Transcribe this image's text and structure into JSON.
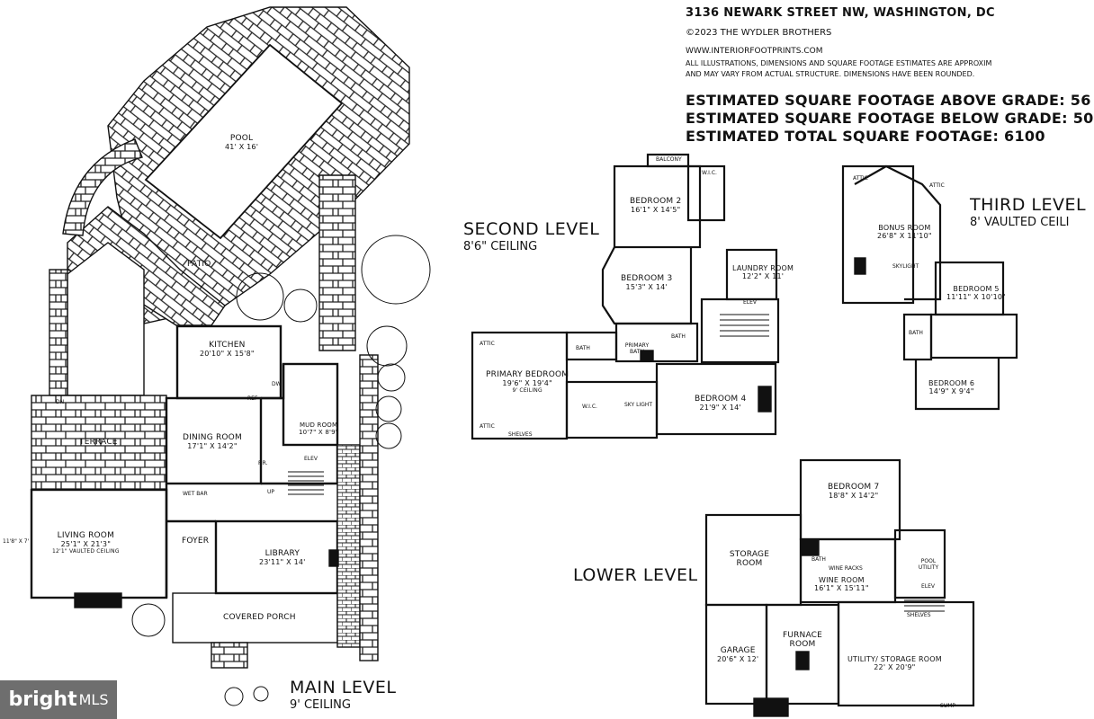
{
  "header": {
    "address": "3136 NEWARK STREET NW, WASHINGTON, DC",
    "copyright": "©2023 THE WYDLER BROTHERS",
    "website": "WWW.INTERIORFOOTPRINTS.COM",
    "disclaimer_line1": "ALL ILLUSTRATIONS, DIMENSIONS AND SQUARE FOOTAGE ESTIMATES ARE APPROXIM",
    "disclaimer_line2": "AND MAY VARY FROM ACTUAL STRUCTURE. DIMENSIONS HAVE BEEN ROUNDED.",
    "sqft_above": "ESTIMATED SQUARE FOOTAGE ABOVE GRADE: 56",
    "sqft_below": "ESTIMATED SQUARE FOOTAGE BELOW GRADE: 50",
    "sqft_total": "ESTIMATED TOTAL SQUARE FOOTAGE: 6100"
  },
  "levels": {
    "main": {
      "title": "MAIN LEVEL",
      "ceiling": "9' CEILING"
    },
    "second": {
      "title": "SECOND LEVEL",
      "ceiling": "8'6\" CEILING"
    },
    "third": {
      "title": "THIRD LEVEL",
      "ceiling": "8' VAULTED CEILI"
    },
    "lower": {
      "title": "LOWER LEVEL"
    }
  },
  "main_rooms": {
    "pool": {
      "name": "POOL",
      "dim": "41' X 16'"
    },
    "patio": {
      "name": "PATIO"
    },
    "kitchen": {
      "name": "KITCHEN",
      "dim": "20'10\" X 15'8\""
    },
    "terrace": {
      "name": "TERRACE"
    },
    "dining": {
      "name": "DINING ROOM",
      "dim": "17'1\" X 14'2\""
    },
    "mud": {
      "name": "MUD ROOM",
      "dim": "10'7\" X 8'9\""
    },
    "living": {
      "name": "LIVING ROOM",
      "dim": "25'1\" X 21'3\"",
      "note": "12'1\" VAULTED CEILING"
    },
    "side": {
      "dim": "11'8\" X 7'"
    },
    "foyer": {
      "name": "FOYER"
    },
    "library": {
      "name": "LIBRARY",
      "dim": "23'11\" X 14'"
    },
    "porch": {
      "name": "COVERED PORCH"
    },
    "wet_bar": "WET BAR",
    "pr": "P.R.",
    "elev": "ELEV",
    "dn": "DN",
    "up": "UP",
    "ref": "REF",
    "dw": "DW"
  },
  "second_rooms": {
    "balcony": "BALCONY",
    "bedroom2": {
      "name": "BEDROOM 2",
      "dim": "16'1\" X 14'5\""
    },
    "bedroom3": {
      "name": "BEDROOM 3",
      "dim": "15'3\" X 14'"
    },
    "laundry": {
      "name": "LAUNDRY ROOM",
      "dim": "12'2\" X 11'"
    },
    "primary": {
      "name": "PRIMARY BEDROOM",
      "dim": "19'6\" X 19'4\"",
      "note": "9' CEILING"
    },
    "bedroom4": {
      "name": "BEDROOM 4",
      "dim": "21'9\" X 14'"
    },
    "attic": "ATTIC",
    "bath": "BATH",
    "wic": "W.I.C.",
    "primary_bath": "PRIMARY BATH",
    "shelves": "SHELVES",
    "elev": "ELEV",
    "sky_light": "SKY LIGHT"
  },
  "third_rooms": {
    "attic": "ATTIC",
    "bonus": {
      "name": "BONUS ROOM",
      "dim": "26'8\" X 11'10\""
    },
    "skylight": "SKYLIGHT",
    "bedroom5": {
      "name": "BEDROOM 5",
      "dim": "11'11\" X 10'10\""
    },
    "bedroom6": {
      "name": "BEDROOM 6",
      "dim": "14'9\" X 9'4\""
    },
    "bath": "BATH"
  },
  "lower_rooms": {
    "bedroom7": {
      "name": "BEDROOM 7",
      "dim": "18'8\" X 14'2\""
    },
    "storage": {
      "name": "STORAGE ROOM"
    },
    "bath": "BATH",
    "wine_racks": "WINE RACKS",
    "wine": {
      "name": "WINE ROOM",
      "dim": "16'1\" X 15'11\""
    },
    "pool_utility": "POOL UTILITY",
    "elev": "ELEV",
    "garage": {
      "name": "GARAGE",
      "dim": "20'6\" X 12'"
    },
    "furnace": {
      "name": "FURNACE ROOM"
    },
    "utility": {
      "name": "UTILITY/ STORAGE ROOM",
      "dim": "22' X 20'9\""
    },
    "shelves": "SHELVES",
    "sump": "SUMP"
  },
  "logo": {
    "text": "bright",
    "suffix": "MLS"
  },
  "colors": {
    "line": "#111111",
    "logo_bg": "#6e6e6e",
    "logo_fg": "#ffffff"
  }
}
